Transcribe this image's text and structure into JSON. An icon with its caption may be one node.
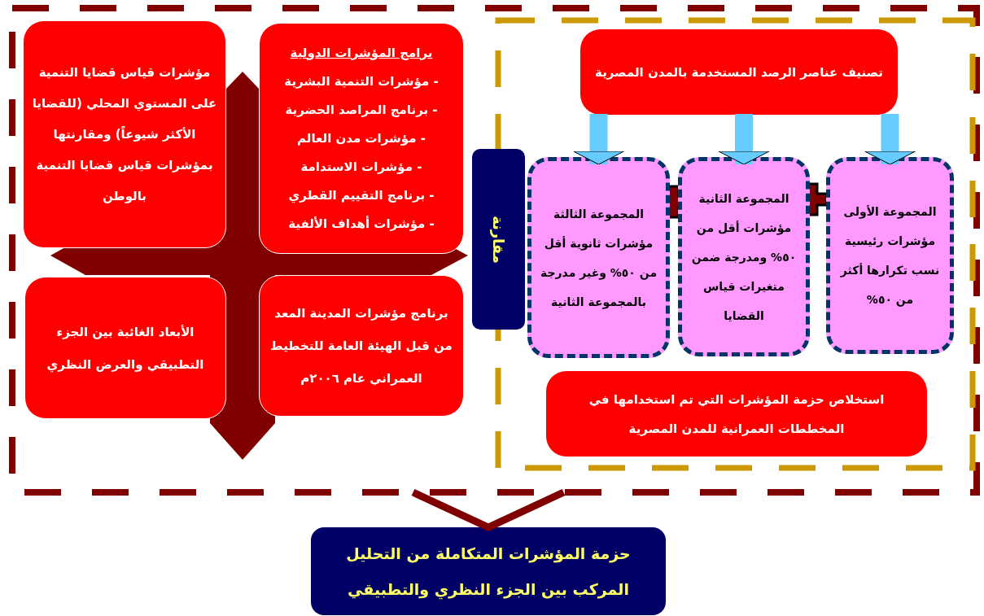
{
  "diagram": {
    "nodes": [
      {
        "text": [],
        "shape": "box"
      },
      {
        "text": [
          "برامج المؤشرات الدولية",
          "- مؤشرات التنمية البشرية",
          "- برنامج المراصد الحضرية",
          "- مؤشرات مدن العالم",
          "- مؤشرات الاستدامة",
          "- برنامج التقييم القطري",
          "- مؤشرات أهداف الألفية"
        ],
        "in": 0
      },
      {
        "text": [
          "مؤشرات قياس قضايا التنمية على المستوي المحلي (للقضايا الأكثر شيوعاً) ومقارنتها بمؤشرات قياس قضايا التنمية بالوطن"
        ],
        "in": 0
      },
      {
        "text": [
          "برنامج مؤشرات المدينة المعد من قبل الهيئة العامة للتخطيط العمراني عام ٢٠٠٦م"
        ],
        "in": 0
      },
      {
        "text": [
          "الأبعاد الغائبة بين الجزء التطبيقي والعرض النظري"
        ],
        "in": 0
      },
      {
        "text": [],
        "shape": "box",
        "in": 0
      },
      {
        "text": [
          "تصنيف عناصر الرصد المستخدمة بالمدن المصرية"
        ],
        "in": 5
      },
      {
        "text": [
          "المجموعة الأولى",
          "مؤشرات رئيسية نسب تكرارها أكثر من ٥٠%"
        ],
        "in": 5
      },
      {
        "text": [
          "المجموعة الثانية",
          "مؤشرات أقل من ٥٠% ومدرجة ضمن متغيرات قياس القضايا"
        ],
        "in": 5
      },
      {
        "text": [
          "المجموعة الثالثة",
          "مؤشرات ثانوية أقل من ٥٠% وغير مدرجة بالمجموعة الثانية"
        ],
        "in": 5
      },
      {
        "text": [
          "مقارنة"
        ],
        "in": 0
      },
      {
        "text": [
          "استخلاص حزمة المؤشرات التي تم استخدامها في المخططات العمرانية للمدن المصرية"
        ],
        "in": 5
      },
      {
        "text": [
          "حزمة المؤشرات المتكاملة من التحليل المركب بين الجزء النظري والتطبيقي"
        ]
      }
    ],
    "edges": [
      {
        "from": 6,
        "to": 7,
        "arrow": "to"
      },
      {
        "from": 6,
        "to": 8,
        "arrow": "to"
      },
      {
        "from": 6,
        "to": 9,
        "arrow": "to"
      },
      {
        "from": 0,
        "to": 12,
        "arrow": "none",
        "color": "#800000"
      }
    ]
  }
}
